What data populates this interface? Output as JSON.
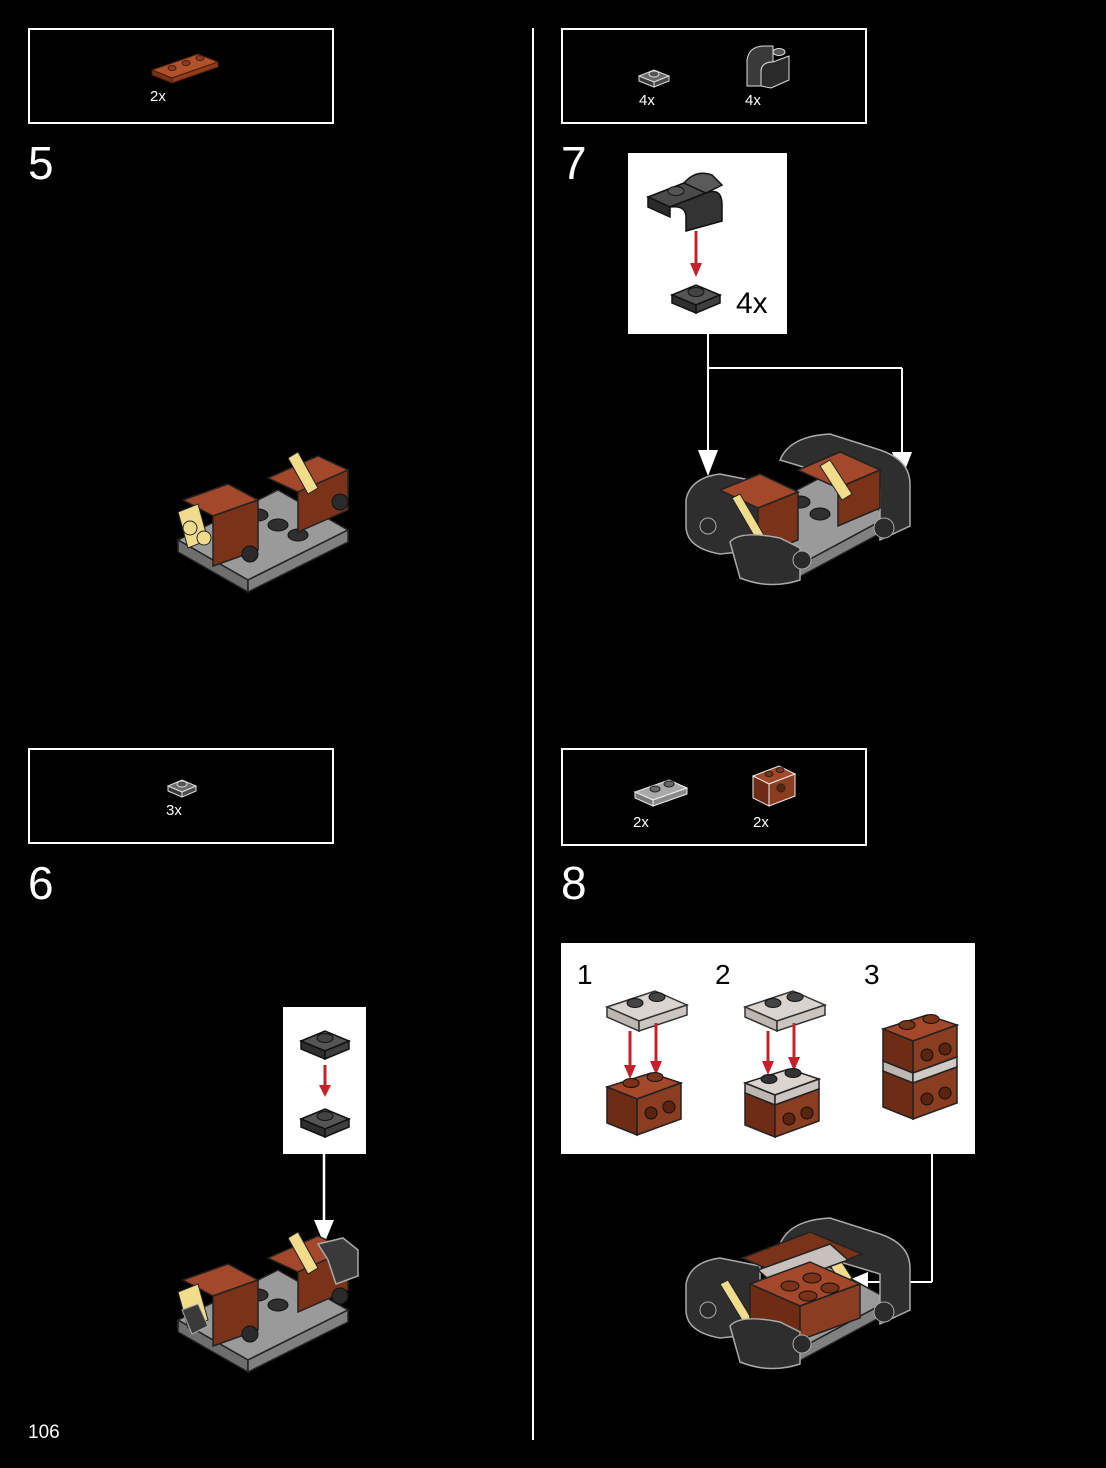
{
  "page_number": "106",
  "colors": {
    "brown": "#8a3d20",
    "tan": "#f1dc8c",
    "dark_gray": "#3a3a3a",
    "light_gray": "#a9a9a9",
    "arrow_red": "#c8202a",
    "background": "#000000"
  },
  "steps": [
    {
      "number": "5",
      "parts": [
        {
          "icon": "brown-plate-1x3-icon",
          "qty": "2x"
        }
      ]
    },
    {
      "number": "6",
      "parts": [
        {
          "icon": "dark-gray-plate-1x1-icon",
          "qty": "3x"
        }
      ]
    },
    {
      "number": "7",
      "parts": [
        {
          "icon": "dark-gray-plate-1x1-icon",
          "qty": "4x"
        },
        {
          "icon": "dark-gray-curved-slope-icon",
          "qty": "4x"
        }
      ],
      "callout_qty": "4x"
    },
    {
      "number": "8",
      "parts": [
        {
          "icon": "trans-clear-plate-1x2-icon",
          "qty": "2x"
        },
        {
          "icon": "brown-brick-1x2-icon",
          "qty": "2x"
        }
      ],
      "substeps": [
        "1",
        "2",
        "3"
      ]
    }
  ]
}
